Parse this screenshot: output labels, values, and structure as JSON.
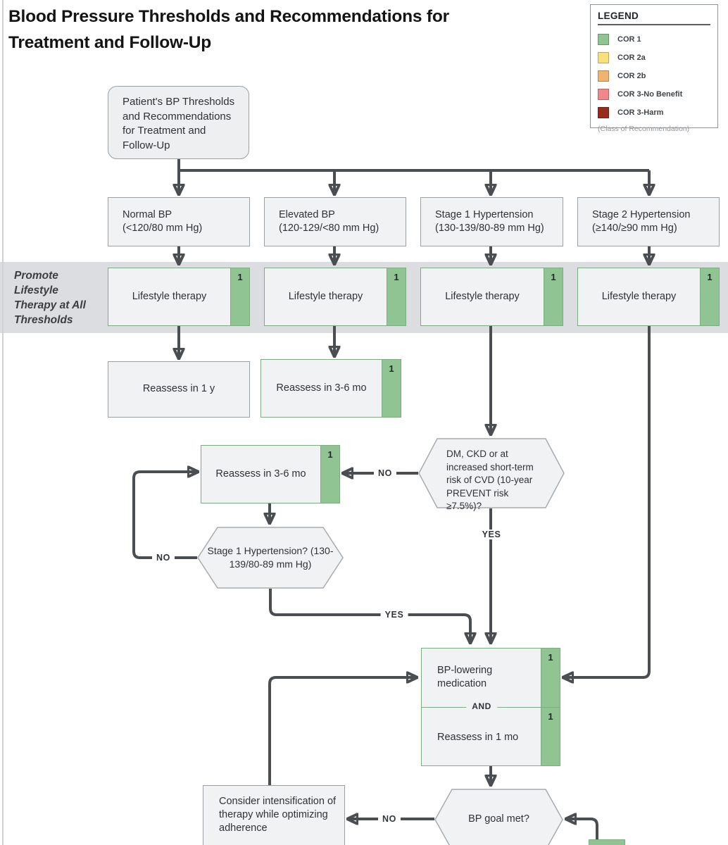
{
  "title": "Blood Pressure Thresholds and Recommendations for Treatment and Follow-Up",
  "legend": {
    "heading": "LEGEND",
    "items": [
      {
        "label": "COR 1",
        "color": "#90c493"
      },
      {
        "label": "COR 2a",
        "color": "#f8e07d"
      },
      {
        "label": "COR 2b",
        "color": "#f0b470"
      },
      {
        "label": "COR 3-No Benefit",
        "color": "#f08888"
      },
      {
        "label": "COR 3-Harm",
        "color": "#9a2b1c"
      }
    ],
    "footnote": "(Class of Recommendation)"
  },
  "band": {
    "label": "Promote Lifestyle Therapy at All Thresholds"
  },
  "nodes": {
    "root": "Patient's BP Thresholds and Recommendations for Treatment and Follow-Up",
    "normal": {
      "name": "Normal BP",
      "range": "(<120/80 mm Hg)"
    },
    "elevated": {
      "name": "Elevated BP",
      "range": "(120-129/<80 mm Hg)"
    },
    "stage1": {
      "name": "Stage 1 Hypertension",
      "range": "(130-139/80-89 mm Hg)"
    },
    "stage2": {
      "name": "Stage 2 Hypertension",
      "range": "(≥140/≥90 mm Hg)"
    },
    "lifestyle": "Lifestyle therapy",
    "reassess_1y": "Reassess in 1 y",
    "reassess_36mo": "Reassess in 3-6 mo",
    "dm_question": "DM, CKD or at increased short-term risk of CVD (10-year PREVENT risk ≥7.5%)?",
    "stage1_question": "Stage 1 Hypertension? (130-139/80-89 mm Hg)",
    "bp_med": "BP-lowering medication",
    "and_label": "AND",
    "reassess_1mo": "Reassess in 1 mo",
    "bp_goal_question": "BP goal met?",
    "consider": "Consider intensification of therapy while optimizing adherence",
    "cor_badge": "1"
  },
  "edge_labels": {
    "yes": "YES",
    "no": "NO"
  },
  "colors": {
    "arrow": "#4a4e52",
    "cor1_fill": "#90c493",
    "cor1_border": "#7dac83",
    "box_fill": "#f1f2f4",
    "box_border": "#9aa0a5",
    "band_fill": "#dcdde0",
    "cor2a": "#f8e07d",
    "cor2b": "#f0b470",
    "cor3_no_benefit": "#f08888",
    "cor3_harm": "#9a2b1c"
  }
}
